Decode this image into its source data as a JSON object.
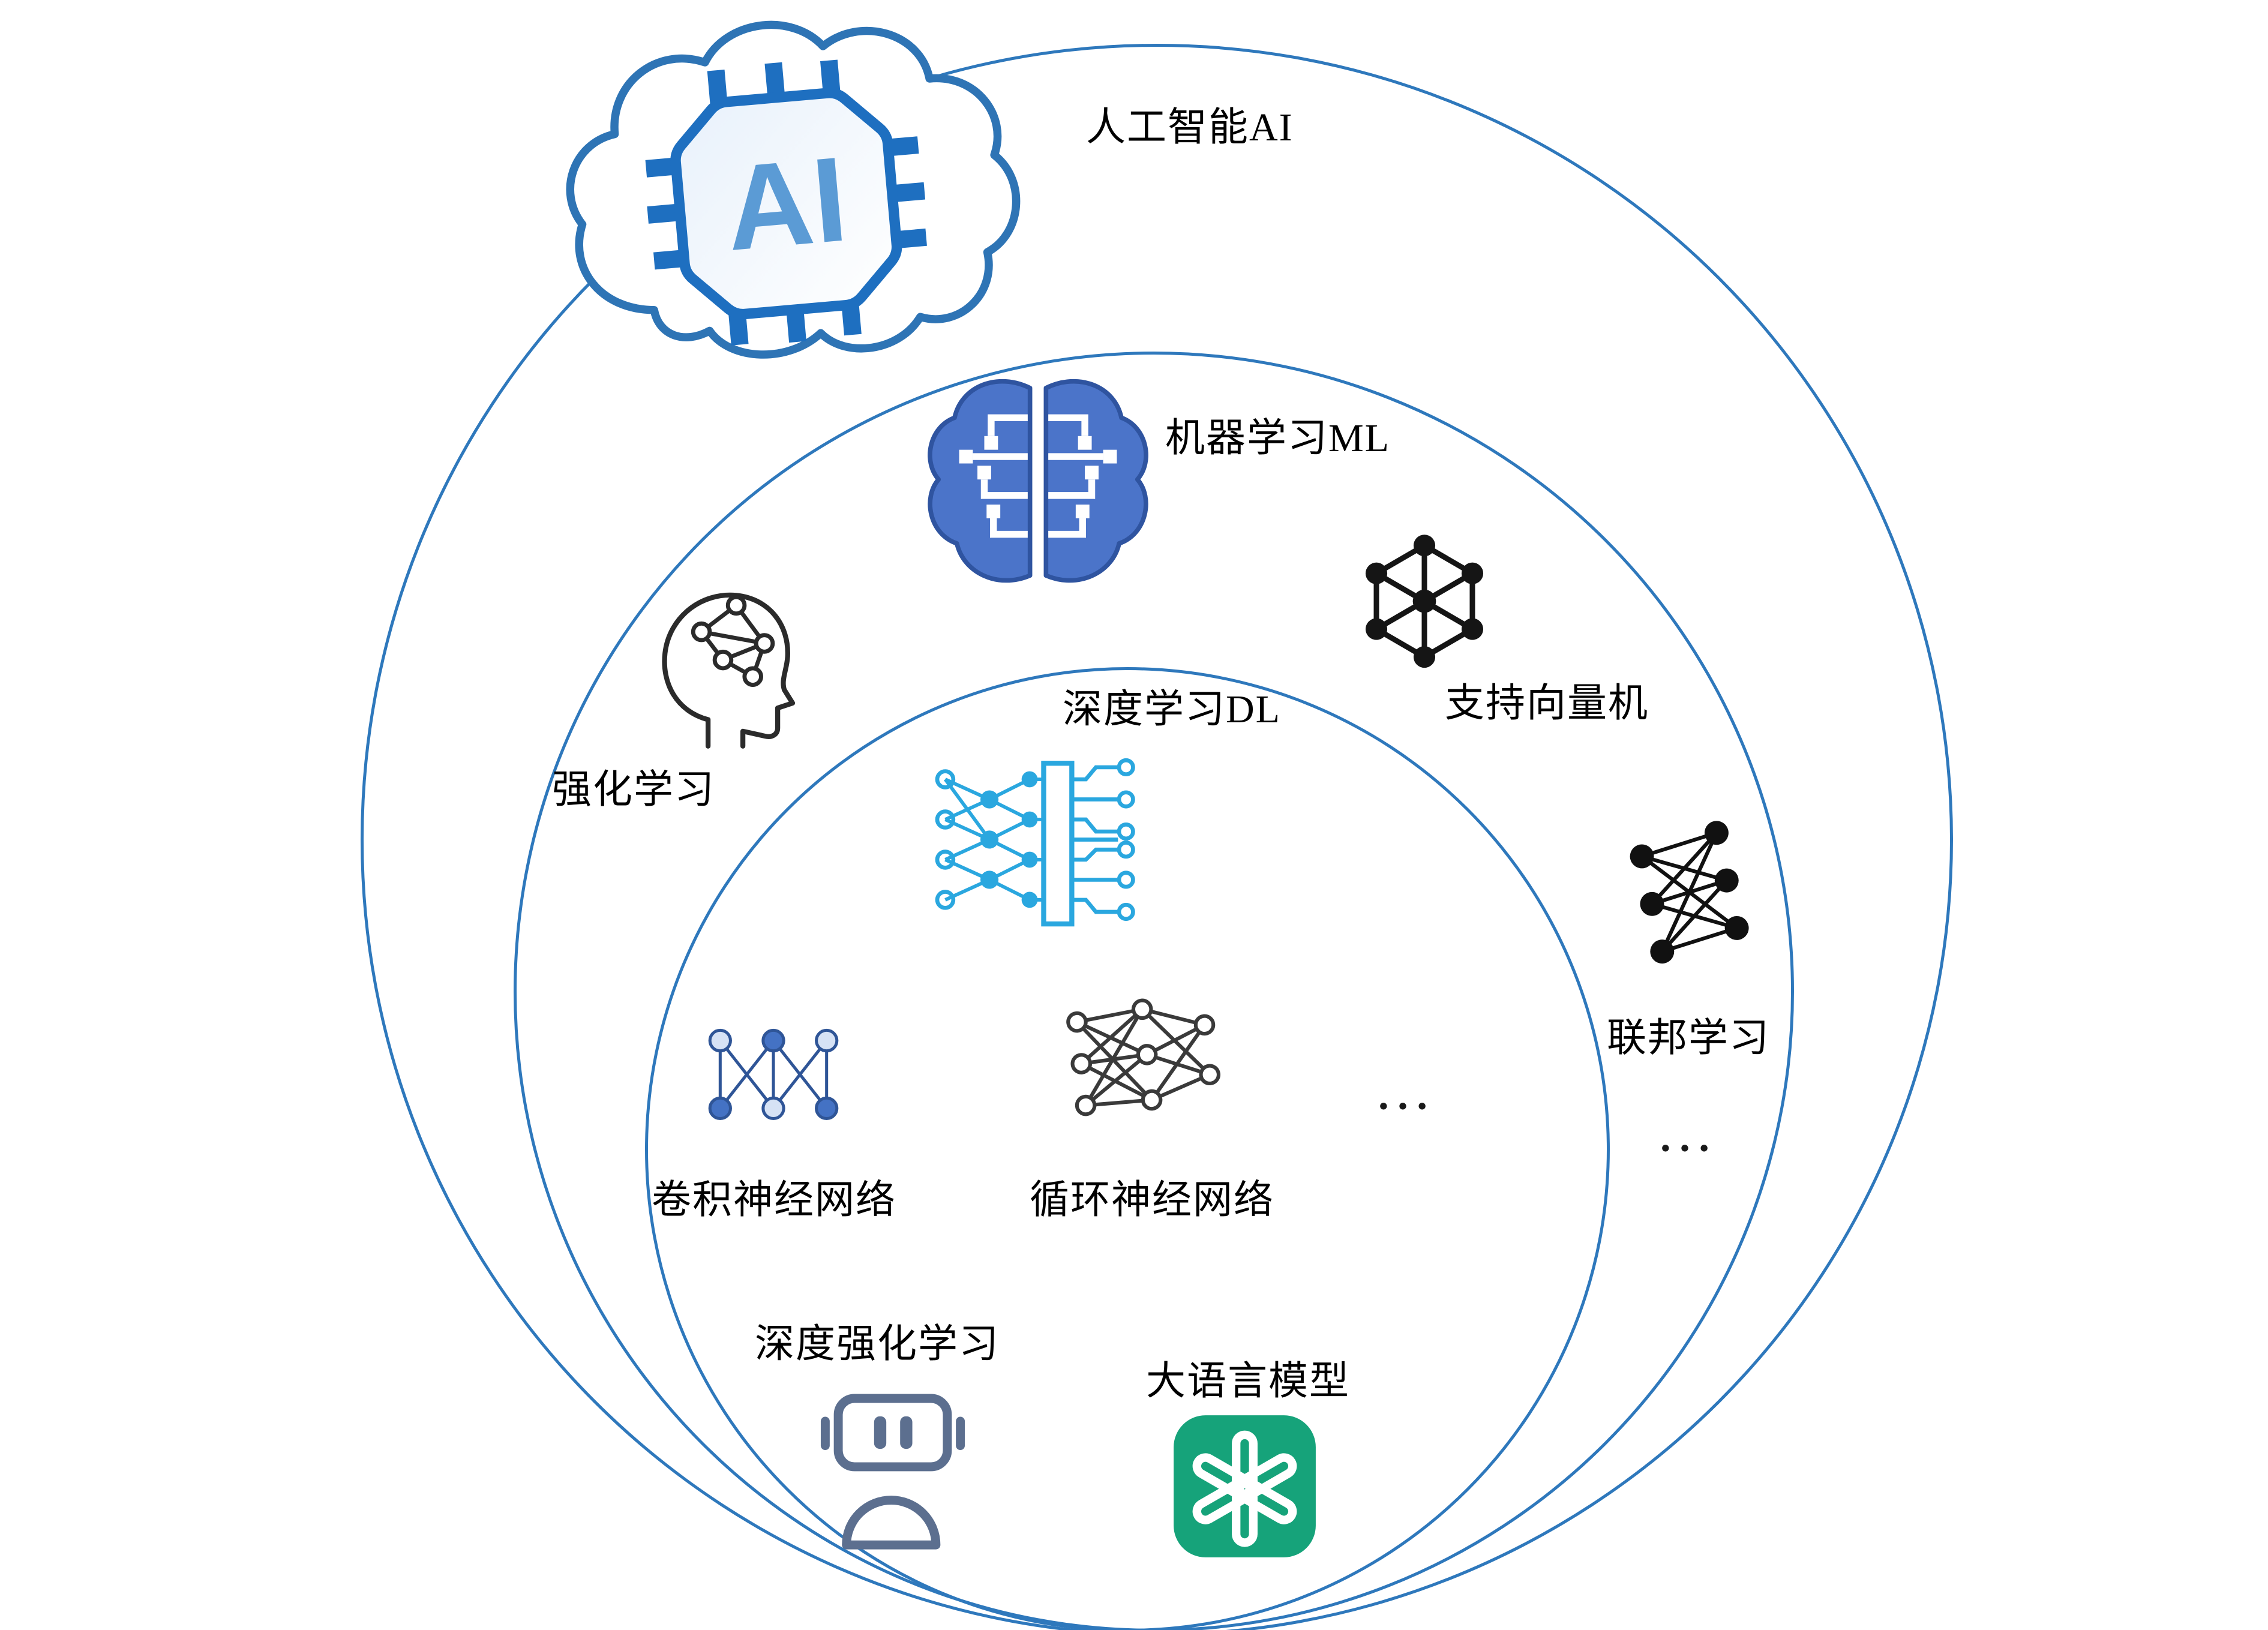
{
  "colors": {
    "circle_stroke": "#2E78BC",
    "text": "#000000",
    "brain_blue": "#4B74C9",
    "dl_blue": "#2AA7DF",
    "cnn_blue": "#4472C4",
    "dark_icon": "#151515",
    "robot_slate": "#5C6F8F",
    "openai_green": "#16A37A",
    "chip_blue": "#1E6FC0"
  },
  "labels": {
    "ai": "人工智能AI",
    "ml": "机器学习ML",
    "dl": "深度学习DL",
    "reinforcement": "强化学习",
    "svm": "支持向量机",
    "federated": "联邦学习",
    "cnn": "卷积神经网络",
    "rnn": "循环神经网络",
    "drl": "深度强化学习",
    "llm": "大语言模型",
    "ellipsis_dl": "…",
    "ellipsis_ml": "…"
  },
  "chip": {
    "text": "AI"
  },
  "icons": {
    "ai_cloud": "cloud with AI chip",
    "ml_brain": "circuit brain",
    "reinforcement": "human head with neural network",
    "svm": "hexagon node graph",
    "dl_circuit": "neural network circuit board",
    "federated": "bipartite connected network",
    "cnn": "lattice network",
    "rnn": "feedforward network",
    "robot": "robot head",
    "llm": "OpenAI logo"
  }
}
